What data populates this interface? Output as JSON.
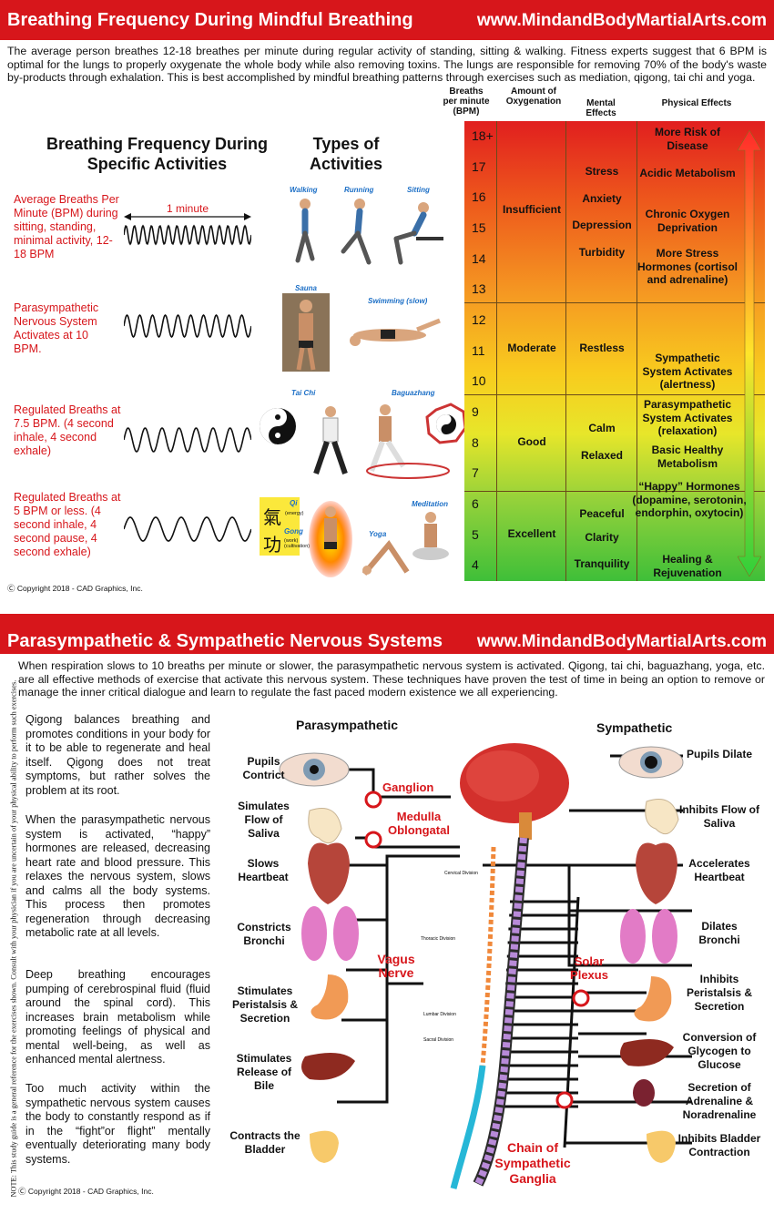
{
  "section1": {
    "title": "Breathing Frequency During Mindful Breathing",
    "url": "www.MindandBodyMartialArts.com",
    "intro": "The average person breathes 12-18 breathes per minute during regular activity of standing, sitting & walking. Fitness experts suggest that 6 BPM is optimal for the lungs to properly oxygenate the whole body while also removing toxins. The lungs are responsible for removing 70% of the body's waste by-products through exhalation. This is best accomplished by mindful breathing patterns through exercises such as mediation, qigong, tai chi and yoga.",
    "freq_heading": "Breathing Frequency During Specific Activities",
    "types_heading": "Types of Activities",
    "one_minute": "1 minute",
    "rows": [
      {
        "label": "Average Breaths Per Minute (BPM) during sitting, standing, minimal activity, 12-18 BPM",
        "activities": [
          "Walking",
          "Running",
          "Sitting"
        ]
      },
      {
        "label": "Parasympathetic Nervous System Activates at 10 BPM.",
        "activities": [
          "Sauna",
          "Swimming (slow)"
        ]
      },
      {
        "label": "Regulated Breaths at 7.5 BPM. (4 second inhale, 4 second exhale)",
        "activities": [
          "Tai Chi",
          "Baguazhang"
        ]
      },
      {
        "label": "Regulated Breaths at 5 BPM or less. (4 second inhale, 4 second pause, 4 second exhale)",
        "activities": [
          "Qi",
          "Gong",
          "Yoga",
          "Meditation"
        ]
      }
    ],
    "qi_sub": "(energy)",
    "gong_sub": "(work) (cultivation)",
    "table": {
      "headers": [
        "Breaths per minute (BPM)",
        "Amount of Oxygenation",
        "Mental Effects",
        "Physical Effects"
      ],
      "bpm": [
        "18+",
        "17",
        "16",
        "15",
        "14",
        "13",
        "12",
        "11",
        "10",
        "9",
        "8",
        "7",
        "6",
        "5",
        "4"
      ],
      "oxygenation": [
        "Insufficient",
        "Moderate",
        "Good",
        "Excellent"
      ],
      "mental": [
        "Stress",
        "Anxiety",
        "Depression",
        "Turbidity",
        "Restless",
        "Calm",
        "Relaxed",
        "Peaceful",
        "Clarity",
        "Tranquility"
      ],
      "physical": [
        "More Risk of Disease",
        "Acidic Metabolism",
        "Chronic Oxygen Deprivation",
        "More Stress Hormones (cortisol and adrenaline)",
        "Sympathetic System Activates (alertness)",
        "Parasympathetic System Activates (relaxation)",
        "Basic Healthy Metabolism",
        "“Happy” Hormones (dopamine, serotonin, endorphin, oxytocin)",
        "Healing & Rejuvenation"
      ]
    },
    "copyright": "Ⓒ Copyright 2018 - CAD Graphics, Inc."
  },
  "section2": {
    "title": "Parasympathetic & Sympathetic Nervous Systems",
    "url": "www.MindandBodyMartialArts.com",
    "intro": "When respiration slows to 10 breaths per minute or slower, the parasympathetic nervous system is activated. Qigong, tai chi, baguazhang, yoga, etc. are all effective methods of exercise that activate this nervous system. These techniques have proven the test of time in being an option to remove or manage the inner critical dialogue and learn to regulate the fast paced modern existence we all experiencing.",
    "paragraphs": [
      "Qigong balances breathing and promotes conditions in your body for it to be able to regenerate and heal itself. Qigong does not treat symptoms, but rather solves the problem at its root.",
      "When the parasympathetic nervous system is activated, “happy” hormones are released, decreasing heart rate and blood pressure. This relaxes the nervous system, slows and calms all the body systems. This process then promotes regeneration through decreasing metabolic rate at all levels.",
      "Deep breathing encourages pumping of cerebrospinal fluid (fluid around the spinal cord). This increases brain metabolism while promoting feelings of physical and mental well-being, as well as enhanced mental alertness.",
      "Too much activity within the sympathetic nervous system causes the body to constantly respond as if in the “fight”or flight” mentally eventually deteriorating many body systems."
    ],
    "parasympathetic": "Parasympathetic",
    "sympathetic": "Sympathetic",
    "left_effects": [
      "Pupils Contrict",
      "Simulates Flow of Saliva",
      "Slows Heartbeat",
      "Constricts Bronchi",
      "Stimulates Peristalsis & Secretion",
      "Stimulates Release of Bile",
      "Contracts the Bladder"
    ],
    "right_effects": [
      "Pupils Dilate",
      "Inhibits Flow of Saliva",
      "Accelerates Heartbeat",
      "Dilates Bronchi",
      "Inhibits Peristalsis & Secretion",
      "Conversion of Glycogen to Glucose",
      "Secretion of Adrenaline & Noradrenaline",
      "Inhibits Bladder Contraction"
    ],
    "labels": {
      "ganglion": "Ganglion",
      "medulla": "Medulla Oblongatal",
      "vagus": "Vagus Nerve",
      "solar": "Solar Plexus",
      "chain": "Chain of Sympathetic Ganglia"
    },
    "spine_labels": [
      "Cervical Division",
      "Thoracic Division",
      "Lumbar Division",
      "Sacral Division"
    ],
    "note": "NOTE: This study guide is a general reference for the exercises shown. Consult with your physician if you are uncertain of your physical ability to perform such exercises.",
    "copyright": "Ⓒ Copyright 2018 - CAD Graphics, Inc."
  },
  "colors": {
    "banner": "#d7161b",
    "accent_blue": "#1c6fc6"
  }
}
